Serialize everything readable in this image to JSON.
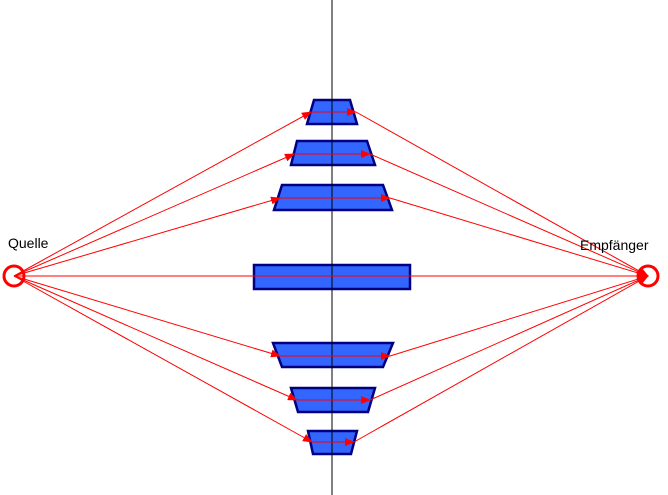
{
  "labels": {
    "source": "Quelle",
    "receiver": "Empfänger"
  },
  "colors": {
    "ray": "#ff0000",
    "element_fill": "#3366ff",
    "element_stroke": "#000080",
    "axis": "#000000",
    "point_stroke": "#ff0000",
    "background": "#ffffff"
  },
  "elements": [
    {
      "name": "element-1",
      "shape": "trapezoid"
    },
    {
      "name": "element-2",
      "shape": "trapezoid"
    },
    {
      "name": "element-3",
      "shape": "trapezoid"
    },
    {
      "name": "element-4",
      "shape": "rectangle"
    },
    {
      "name": "element-5",
      "shape": "trapezoid"
    },
    {
      "name": "element-6",
      "shape": "trapezoid"
    },
    {
      "name": "element-7",
      "shape": "trapezoid"
    }
  ]
}
